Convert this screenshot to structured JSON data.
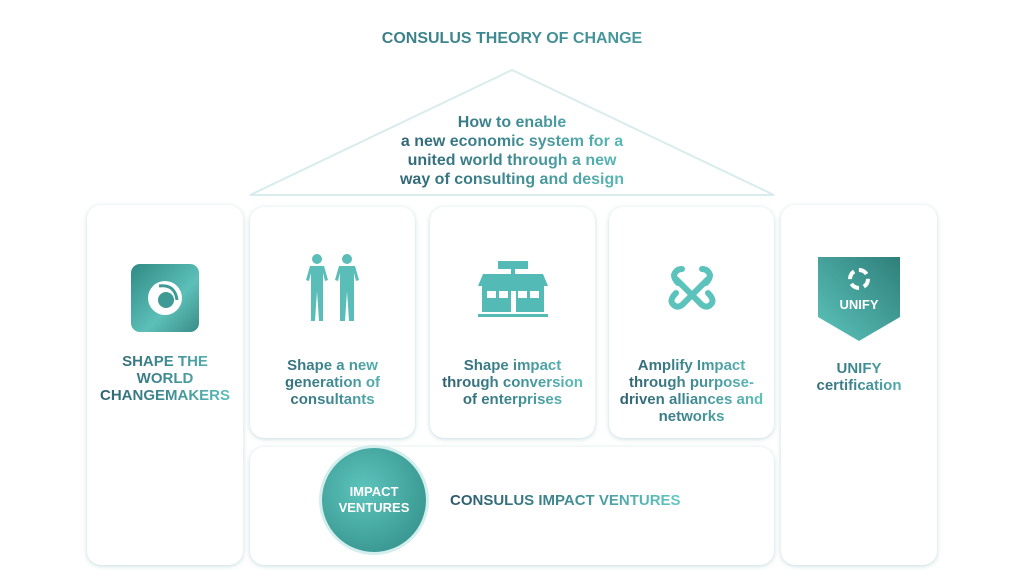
{
  "title": "CONSULUS THEORY OF CHANGE",
  "roof": {
    "lines": [
      "How to enable",
      "a new economic system for a",
      "united world  through a new",
      "way of consulting and design"
    ]
  },
  "pillars": [
    {
      "label": [
        "SHAPE THE",
        "WORLD",
        "CHANGEMAKERS"
      ],
      "icon": "swirl-logo-icon"
    },
    {
      "label": [
        "Shape a new",
        "generation of",
        "consultants"
      ],
      "icon": "people-icon"
    },
    {
      "label": [
        "Shape impact",
        "through conversion",
        "of enterprises"
      ],
      "icon": "storefront-icon"
    },
    {
      "label": [
        "Amplify Impact",
        "through purpose-",
        "driven alliances and",
        "networks"
      ],
      "icon": "interlinked-chain-icon"
    },
    {
      "label": [
        "UNIFY",
        "certification"
      ],
      "icon": "unify-badge-icon",
      "badge_text": "UNIFY"
    }
  ],
  "foundation": {
    "circle_lines": [
      "IMPACT",
      "VENTURES"
    ],
    "label": "CONSULUS IMPACT VENTURES"
  },
  "colors": {
    "dark": "#2c5a6c",
    "light": "#62c8c2",
    "teal": "#3f9a96"
  }
}
